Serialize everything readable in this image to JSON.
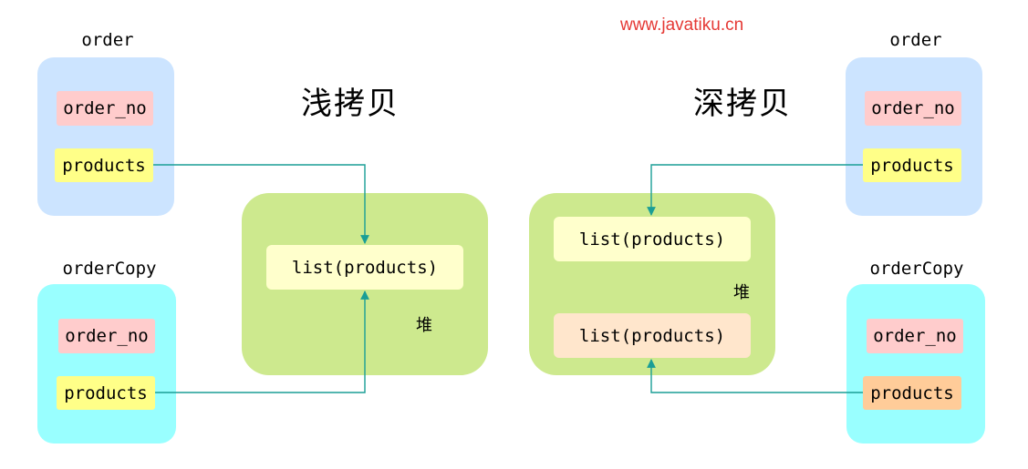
{
  "watermark": "www.javatiku.cn",
  "shallow": {
    "heading": "浅拷贝",
    "order": {
      "title": "order",
      "field1": "order_no",
      "field2": "products"
    },
    "order_copy": {
      "title": "orderCopy",
      "field1": "order_no",
      "field2": "products"
    },
    "heap": {
      "list": "list(products)",
      "label": "堆"
    }
  },
  "deep": {
    "heading": "深拷贝",
    "order": {
      "title": "order",
      "field1": "order_no",
      "field2": "products"
    },
    "order_copy": {
      "title": "orderCopy",
      "field1": "order_no",
      "field2": "products"
    },
    "heap": {
      "list1": "list(products)",
      "list2": "list(products)",
      "label": "堆"
    }
  },
  "colors": {
    "arrow": "#1a9e96",
    "order_box": "#cce4ff",
    "order_copy_box": "#99ffff",
    "heap": "#cde98e"
  }
}
